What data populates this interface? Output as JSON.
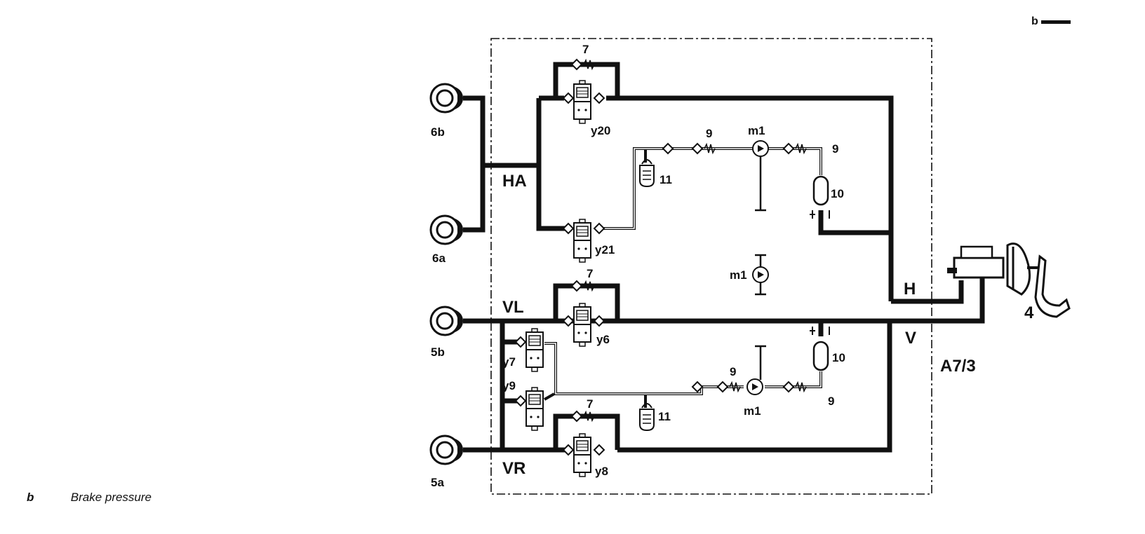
{
  "components": {
    "wheel_rear_left": "6b",
    "wheel_rear_right": "6a",
    "wheel_front_left": "5b",
    "wheel_front_right": "5a",
    "valve_rear_upper": "y20",
    "valve_rear_lower": "y21",
    "valve_front_left": "y6",
    "valve_front_right": "y8",
    "valve_front_aux_upper": "y7",
    "valve_front_aux_lower": "y9",
    "check_valve": "7",
    "damper": "9",
    "accumulator": "10",
    "reservoir": "11",
    "pump_motor": "m1",
    "master_cylinder": "4",
    "hydraulic_unit": "A7/3"
  },
  "circuits": {
    "rear_axle": "HA",
    "front_left": "VL",
    "front_right": "VR",
    "rear_circuit": "H",
    "front_circuit": "V"
  },
  "legend": {
    "key": "b",
    "description": "Brake pressure"
  },
  "corner_key": "b"
}
